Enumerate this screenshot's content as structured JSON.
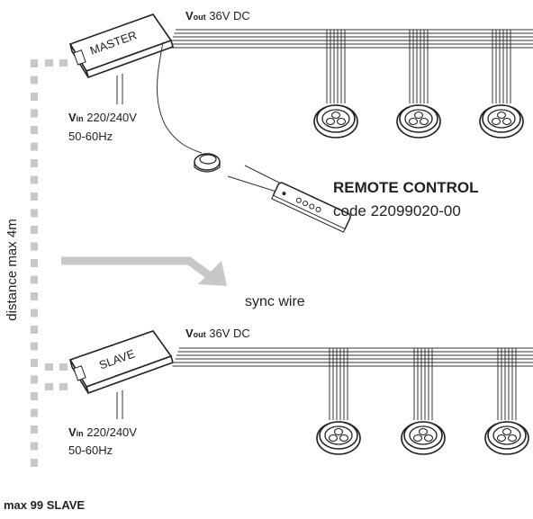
{
  "master": {
    "label": "MASTER",
    "vout_symbol": "V",
    "vout_sub": "out",
    "vout_value": " 36V DC",
    "vin_symbol": "V",
    "vin_sub": "in",
    "vin_value": " 220/240V",
    "vin_freq": "50-60Hz"
  },
  "slave": {
    "label": "SLAVE",
    "vout_symbol": "V",
    "vout_sub": "out",
    "vout_value": " 36V DC",
    "vin_symbol": "V",
    "vin_sub": "in",
    "vin_value": " 220/240V",
    "vin_freq": "50-60Hz"
  },
  "remote": {
    "title": "REMOTE CONTROL",
    "code": "code 22099020-00"
  },
  "sync_label": "sync wire",
  "distance_label": "distance max 4m",
  "max_slave_label": "max 99 SLAVE",
  "colors": {
    "line": "#222222",
    "dash_marker": "#c8c8c8",
    "sync_arrow": "#c8c8c8"
  }
}
